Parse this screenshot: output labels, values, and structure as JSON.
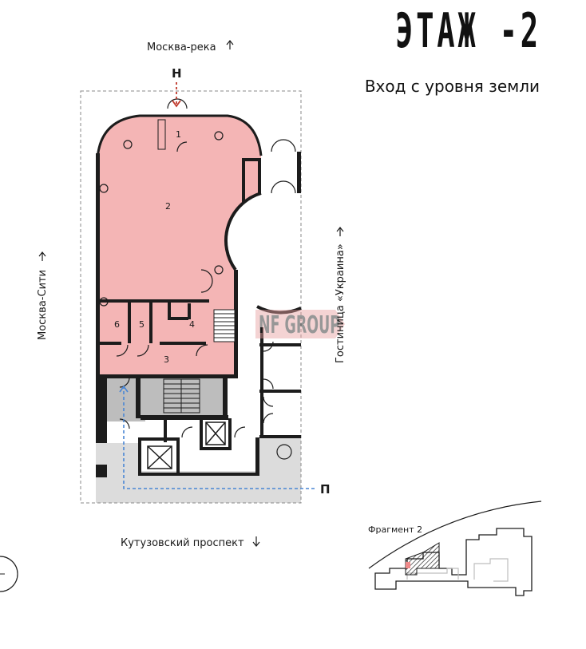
{
  "header": {
    "floor_title": "ЭТАЖ -2",
    "subtitle": "Вход с уровня земли"
  },
  "orientation": {
    "north": "Москва-река",
    "south": "Кутузовский проспект",
    "west": "Москва-Сити",
    "east": "Гостиница «Украина»"
  },
  "entrances": {
    "pedestrian": "Н",
    "parking": "П"
  },
  "rooms": [
    {
      "number": "1"
    },
    {
      "number": "2"
    },
    {
      "number": "3"
    },
    {
      "number": "4"
    },
    {
      "number": "5"
    },
    {
      "number": "6"
    }
  ],
  "watermark": "NF GROUP",
  "key_plan": {
    "label": "Фрагмент 2"
  },
  "colors": {
    "premises": "#f4b5b5",
    "common_area": "#bdbdbd",
    "outdoor_area": "#dcdcdc",
    "walls": "#1c1c1c",
    "pedestrian_route": "#c0392b",
    "parking_route": "#4a86d4"
  }
}
